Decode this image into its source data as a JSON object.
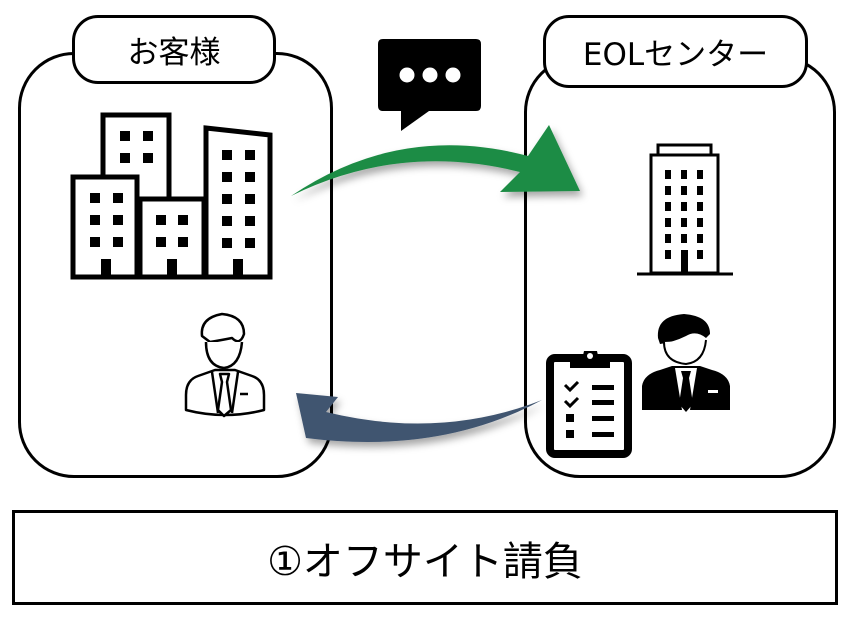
{
  "diagram": {
    "left_party": {
      "label": "お客様"
    },
    "right_party": {
      "label": "EOLセンター"
    },
    "caption": "①オフサイト請負",
    "arrows": {
      "request": {
        "direction": "left-to-right",
        "color": "#1e8c45"
      },
      "response": {
        "direction": "right-to-left",
        "color": "#3f5470"
      }
    },
    "icons": {
      "left": [
        "office-buildings-icon",
        "person-outline-icon"
      ],
      "center": [
        "chat-bubble-icon"
      ],
      "right": [
        "office-tower-icon",
        "clipboard-checklist-icon",
        "person-filled-icon"
      ]
    }
  }
}
